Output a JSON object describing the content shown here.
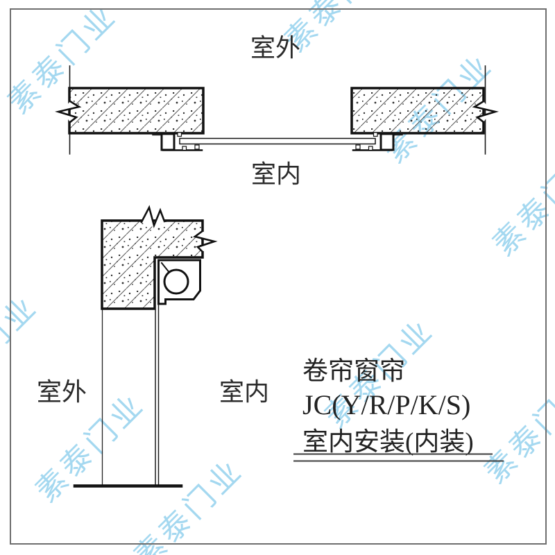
{
  "top_view": {
    "label_outdoor": "室外",
    "label_indoor": "室内"
  },
  "bottom_view": {
    "label_outdoor": "室外",
    "label_indoor": "室内"
  },
  "spec": {
    "line1": "卷帘窗帘",
    "line2": "JC(Y/R/P/K/S)",
    "line3": "室内安装(内装)"
  },
  "watermark": {
    "text": "素泰门业",
    "color": "#5ab9e4"
  },
  "colors": {
    "line": "#111111",
    "border": "#6e6e6e",
    "label": "#2b2b2b"
  }
}
